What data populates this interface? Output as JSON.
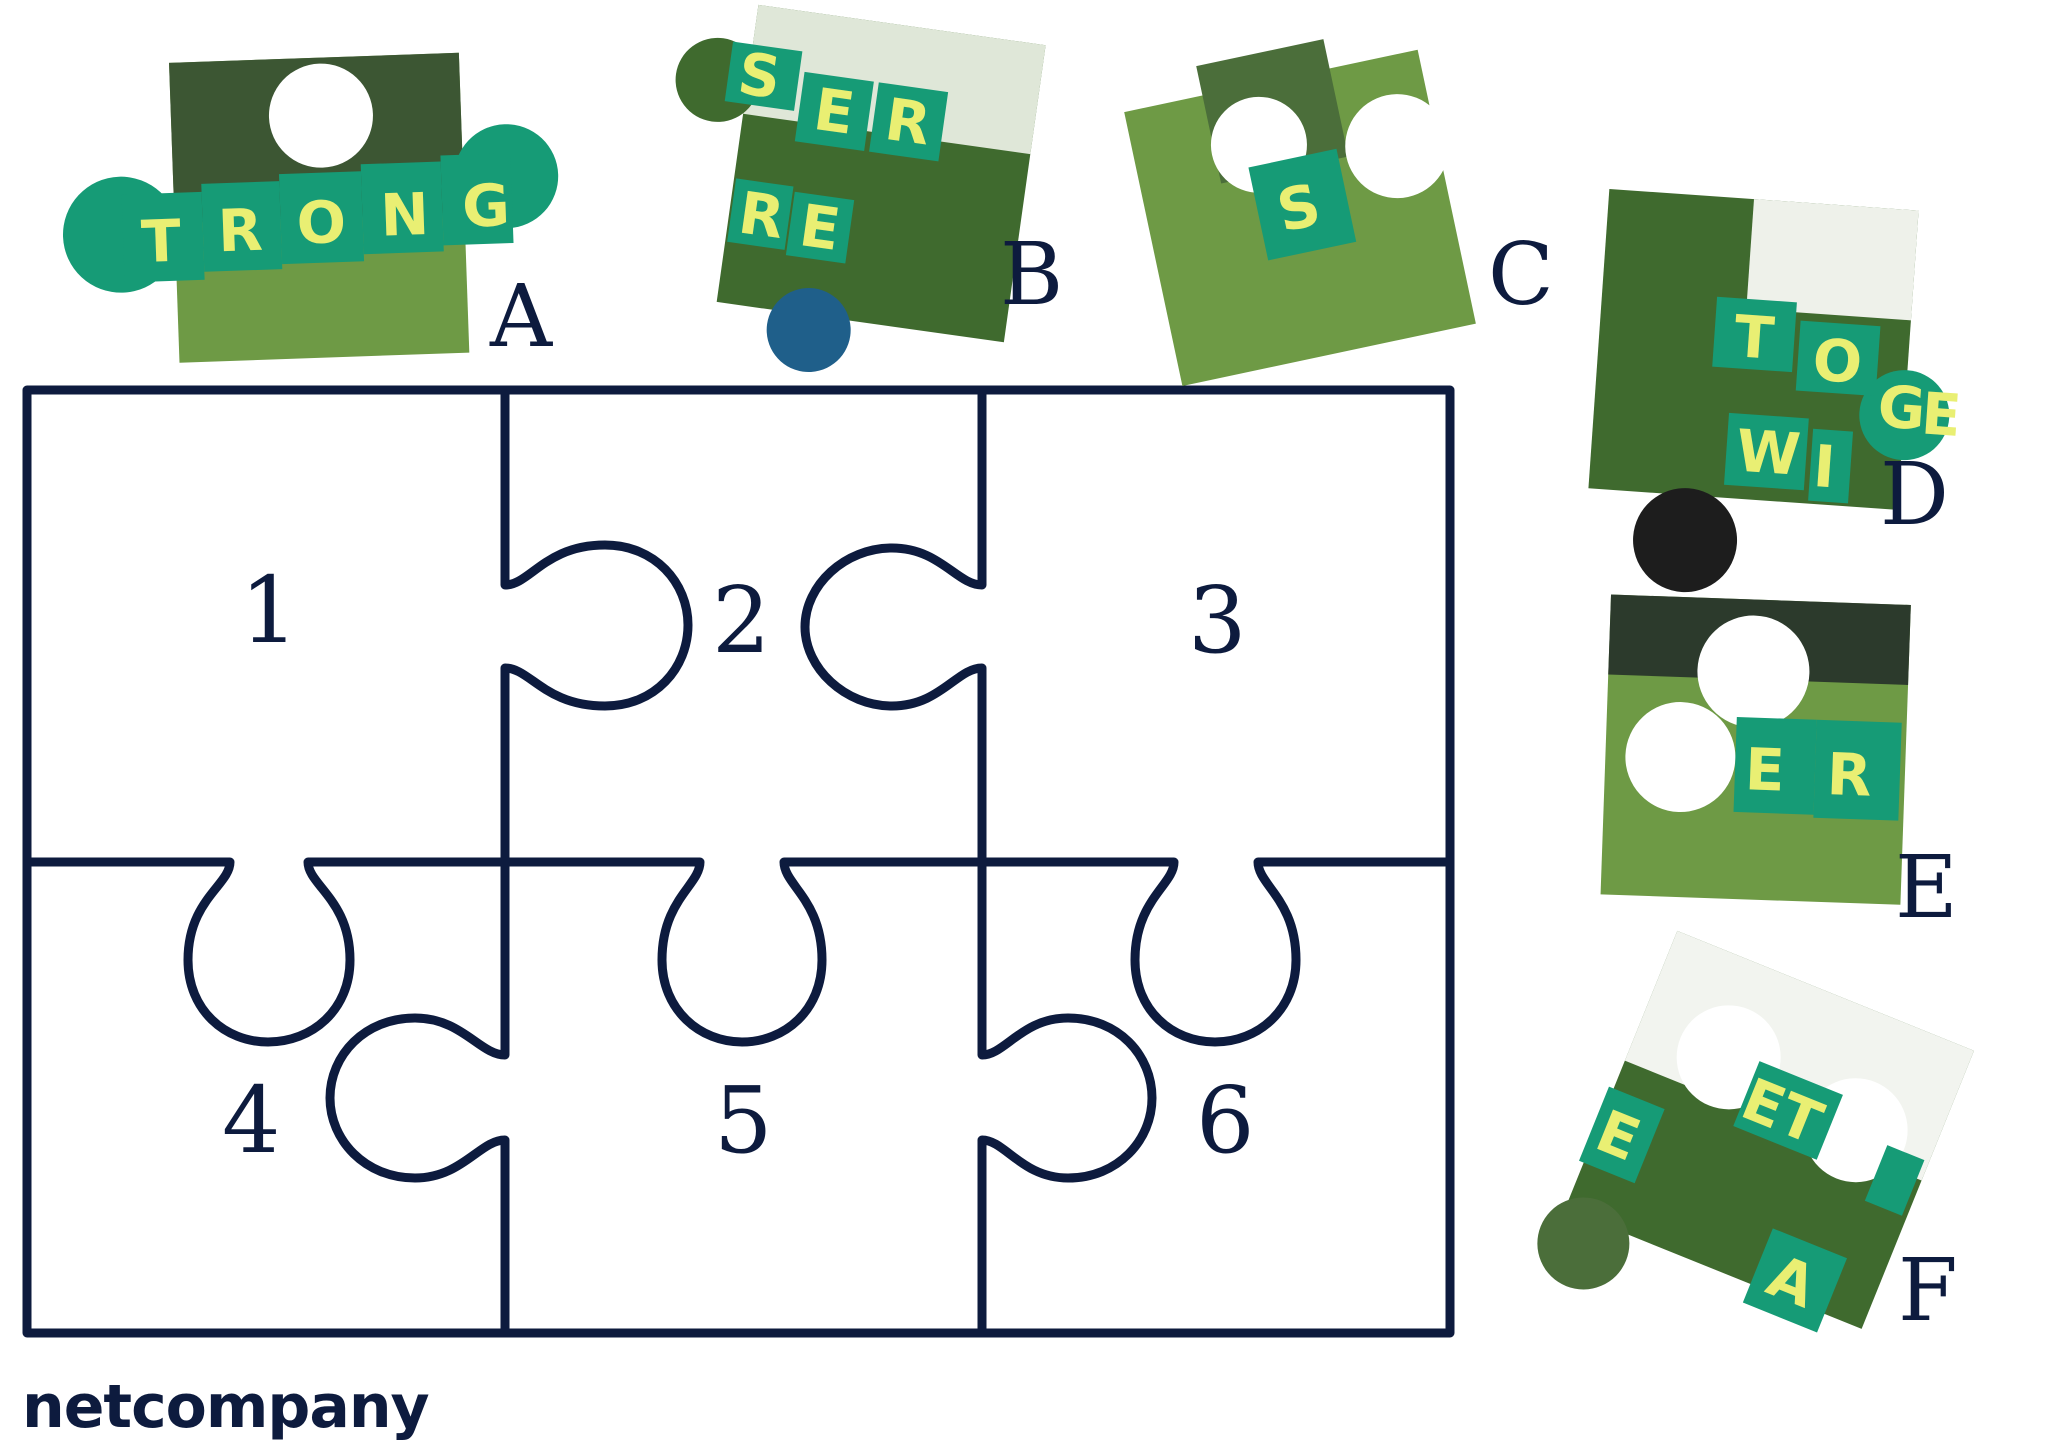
{
  "colors": {
    "outline": "#0d1b3e",
    "sign": "#169b76",
    "sign_text": "#e9ef73",
    "grass": "#6e9a45",
    "sky": "#f2f4ef"
  },
  "board": {
    "slots": [
      "1",
      "2",
      "3",
      "4",
      "5",
      "6"
    ]
  },
  "pieces": [
    {
      "letter": "A",
      "signs": [
        "T",
        "R",
        "O",
        "N",
        "G"
      ]
    },
    {
      "letter": "B",
      "signs": [
        "E",
        "R",
        "S",
        "R",
        "E"
      ]
    },
    {
      "letter": "C",
      "signs": [
        "S"
      ]
    },
    {
      "letter": "D",
      "signs": [
        "T",
        "O",
        "G",
        "E",
        "W",
        "I"
      ]
    },
    {
      "letter": "E",
      "signs": [
        "E",
        "R"
      ]
    },
    {
      "letter": "F",
      "signs": [
        "E",
        "T",
        "E",
        "A"
      ]
    }
  ],
  "brand": {
    "name": "netcompany"
  }
}
